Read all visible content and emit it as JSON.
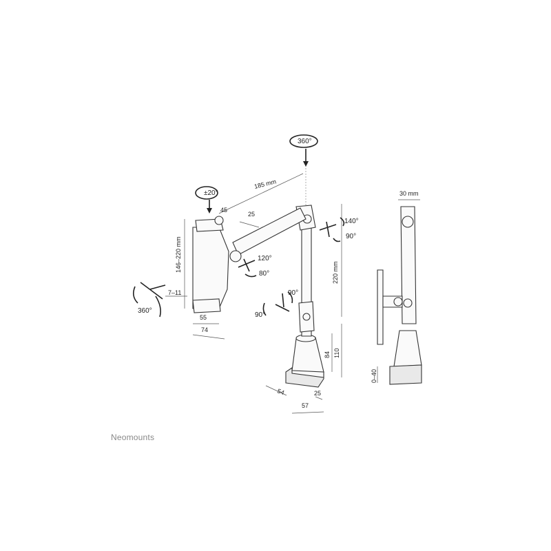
{
  "brand": {
    "name": "Neomounts"
  },
  "rotation": {
    "base_top": "360°",
    "tilt_head": "±20°",
    "swivel_head": "360°",
    "elbow_upper_1": "140°",
    "elbow_upper_2": "90°",
    "arm_joint_1": "120°",
    "arm_joint_2": "80°",
    "pole_joint_1": "90°",
    "pole_joint_2": "90°"
  },
  "dimensions": {
    "arm_length": "185 mm",
    "head_offset": "45",
    "arm_offset": "25",
    "holder_range": "146–220 mm",
    "clamp_depth": "7–11",
    "holder_inner": "55",
    "holder_outer": "74",
    "pole_height": "220 mm",
    "base_84": "84",
    "base_110": "110",
    "base_54": "54",
    "base_25": "25",
    "base_57": "57",
    "side_width": "30 mm",
    "clamp_range": "0–40"
  },
  "colors": {
    "line": "#333333",
    "brand": "#888888"
  }
}
